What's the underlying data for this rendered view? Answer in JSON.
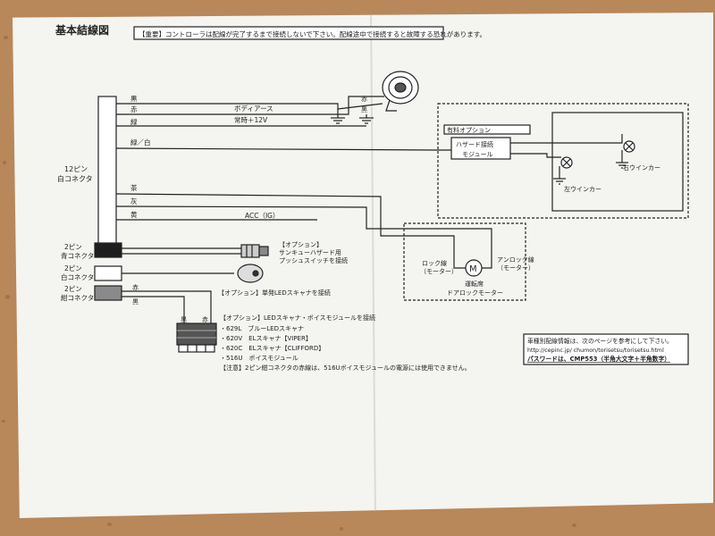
{
  "title": "基本結線図",
  "notice": "【重要】コントローラは配線が完了するまで接続しないで下さい。配線途中で接続すると故障する恐れがあります。",
  "connector_12pin": {
    "line1": "12ピン",
    "line2": "白コネクタ"
  },
  "wires": {
    "black": "黒",
    "red": "赤",
    "green": "緑",
    "green_white": "緑／白",
    "brown": "茶",
    "gray": "灰",
    "yellow": "黄"
  },
  "labels": {
    "body_earth": "ボディアース",
    "constant_12v": "常時＋12V",
    "acc": "ACC（IG）",
    "horn_red": "赤",
    "horn_black": "黒"
  },
  "paid_option": {
    "title": "有料オプション",
    "module_line1": "ハザード接続",
    "module_line2": "モジュール",
    "left_blinker": "左ウインカー",
    "right_blinker": "右ウインカー"
  },
  "door_lock": {
    "lock_line1": "ロック線",
    "lock_line2": "（モーター）",
    "unlock_line1": "アンロック線",
    "unlock_line2": "（モーター）",
    "motor_symbol": "M",
    "motor_line1": "運転席",
    "motor_line2": "ドアロックモーター"
  },
  "connector_blue": {
    "line1": "2ピン",
    "line2": "青コネクタ"
  },
  "connector_white": {
    "line1": "2ピン",
    "line2": "白コネクタ"
  },
  "connector_navy": {
    "line1": "2ピン",
    "line2": "紺コネクタ"
  },
  "switch_option": {
    "line1": "【オプション】",
    "line2": "サンキューハザード用",
    "line3": "プッシュスイッチを接続"
  },
  "led_option": "【オプション】単発LEDスキャナを接続",
  "scanner_options": {
    "black": "黒",
    "red": "赤",
    "header": "【オプション】LEDスキャナ・ボイスモジュールを接続",
    "items": [
      "・629L　ブルーLEDスキャナ",
      "・620V　ELスキャナ【VIPER】",
      "・620C　ELスキャナ【CLIFFORD】",
      "・516U　ボイスモジュール"
    ],
    "note": "【注意】2ピン紺コネクタの赤線は、516Uボイスモジュールの電源には使用できません。"
  },
  "info_box": {
    "line1": "車種別配線情報は、次のページを参考にして下さい。",
    "line2": "http://cepinc.jp/ chumon/torisetsu/torisetsu.html",
    "line3": "パスワードは、CMP553（半角大文字＋半角数字）"
  }
}
